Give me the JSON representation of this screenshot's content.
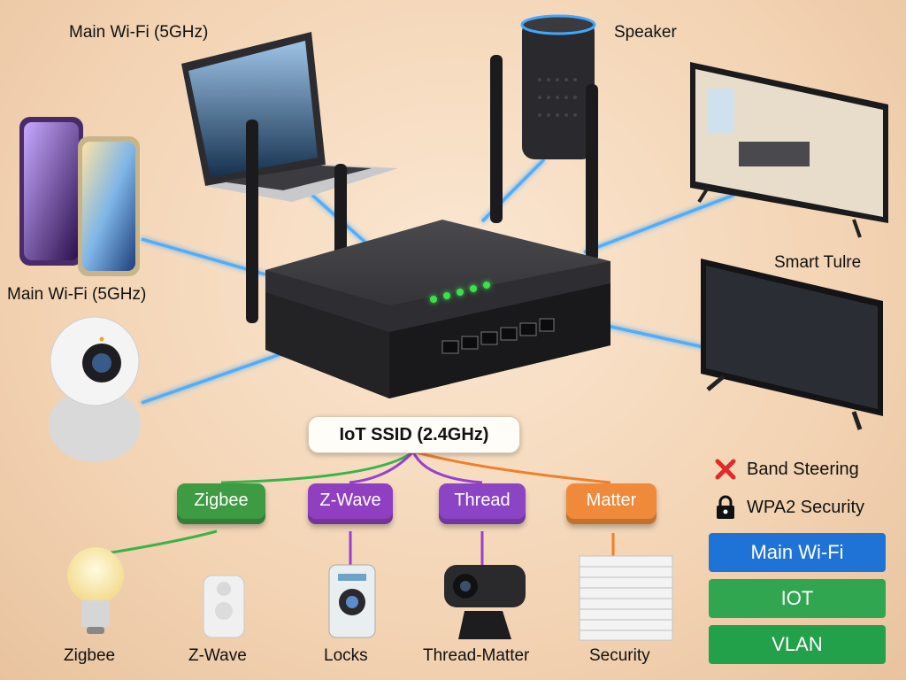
{
  "device_labels": {
    "laptop_main_wifi": "Main Wi-Fi (5GHz)",
    "phones_main_wifi": "Main Wi-Fi (5GHz)",
    "speaker": "Speaker",
    "tv_top": "Smart Tulre"
  },
  "iot_ssid": "IoT SSID (2.4GHz)",
  "hubs": [
    {
      "label": "Zigbee",
      "color": "#3e9a43"
    },
    {
      "label": "Z-Wave",
      "color": "#8f3fbf"
    },
    {
      "label": "Thread",
      "color": "#8b44c4"
    },
    {
      "label": "Matter",
      "color": "#ee8a3a"
    }
  ],
  "end_devices": {
    "bulb": "Zigbee",
    "sensor": "Z-Wave",
    "lock": "Locks",
    "camera": "Thread-Matter",
    "blinds": "Security"
  },
  "legend": {
    "band_steering": "Band Steering",
    "wpa2": "WPA2 Security",
    "buttons": [
      {
        "label": "Main Wi-Fi",
        "color": "#1f73d6"
      },
      {
        "label": "IOT",
        "color": "#2fa64f"
      },
      {
        "label": "VLAN",
        "color": "#22a04a"
      }
    ]
  },
  "colors": {
    "wifi_line": "#3fa9ff",
    "zigbee_line": "#3ab34a",
    "zwave_line": "#9a3fd0",
    "matter_line": "#f07f2a"
  }
}
